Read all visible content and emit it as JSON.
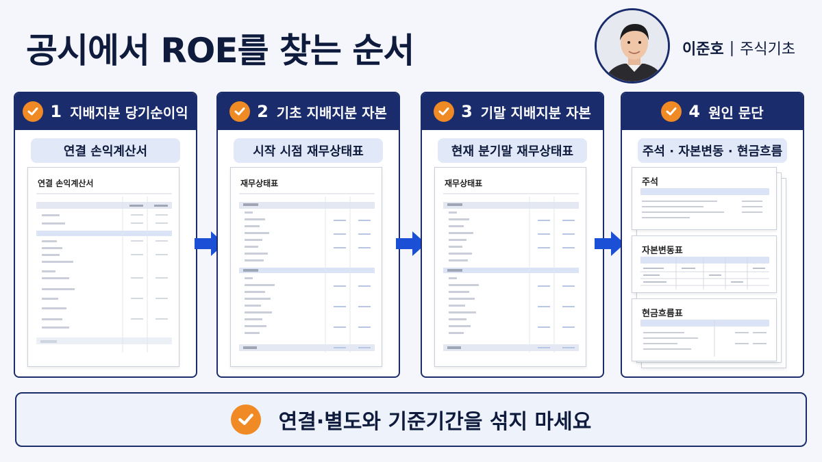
{
  "title": "공시에서 ROE를 찾는 순서",
  "author": {
    "name": "이준호",
    "separator": "|",
    "role": "주식기초"
  },
  "steps": [
    {
      "number": "1",
      "title": "지배지분 당기순이익",
      "subtitle": "연결 손익계산서",
      "doc_title": "연결 손익계산서"
    },
    {
      "number": "2",
      "title": "기초 지배지분 자본",
      "subtitle": "시작 시점 재무상태표",
      "doc_title": "재무상태표"
    },
    {
      "number": "3",
      "title": "기말 지배지분 자본",
      "subtitle": "현재 분기말 재무상태표",
      "doc_title": "재무상태표"
    },
    {
      "number": "4",
      "title": "원인 문단",
      "subtitle": "주석 · 자본변동 · 현금흐름",
      "sheets": [
        "주석",
        "자본변동표",
        "현금흐름표"
      ]
    }
  ],
  "banner": "연결·별도와 기준기간을 섞지 마세요",
  "colors": {
    "navy": "#1a2c6b",
    "orange": "#f08a24",
    "arrow_blue": "#1a4fd6",
    "pill": "#e1e9f8"
  },
  "icons": {
    "check": "check-circle-icon",
    "arrow": "arrow-right-icon"
  }
}
